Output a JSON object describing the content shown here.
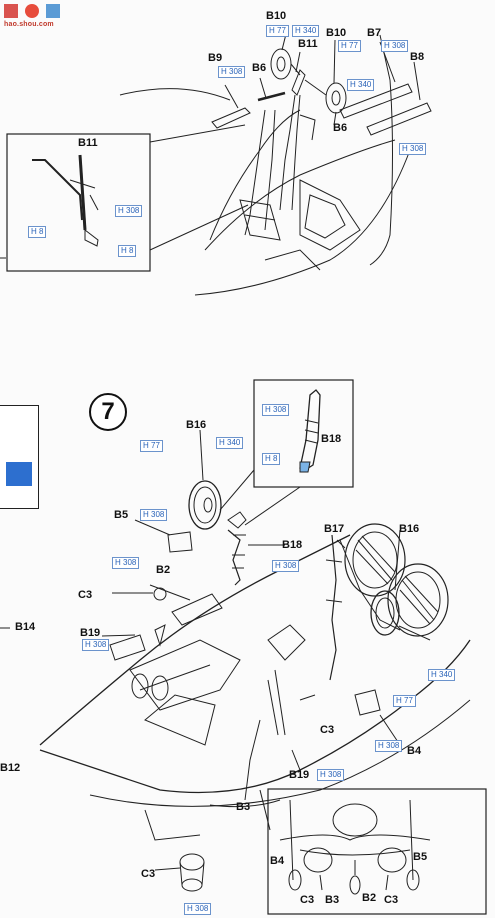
{
  "watermark": {
    "text": "hao.shou.com"
  },
  "step": {
    "number": "7"
  },
  "labels": {
    "b10_a": "B10",
    "b11_a": "B11",
    "b10_b": "B10",
    "b7": "B7",
    "b9": "B9",
    "b6_a": "B6",
    "b8": "B8",
    "b6_b": "B6",
    "b11_inset": "B11",
    "b16_a": "B16",
    "b18_inset": "B18",
    "b5_a": "B5",
    "b18": "B18",
    "b17": "B17",
    "b16_b": "B16",
    "b2_a": "B2",
    "c3_a": "C3",
    "b14": "B14",
    "b19_a": "B19",
    "c3_b": "C3",
    "b4_a": "B4",
    "b12": "B12",
    "b19_b": "B19",
    "b3_a": "B3",
    "b4_b": "B4",
    "b5_b": "B5",
    "c3_c": "C3",
    "b3_b": "B3",
    "b2_b": "B2",
    "c3_d": "C3",
    "c3_e": "C3"
  },
  "paint": {
    "h77_a": "H 77",
    "h340_a": "H 340",
    "h77_b": "H 77",
    "h308_a": "H 308",
    "h308_b": "H 308",
    "h340_b": "H 340",
    "h308_c": "H 308",
    "h308_inset": "H 308",
    "h8_a": "H 8",
    "h8_b": "H 8",
    "h308_inset2": "H 308",
    "h8_inset2": "H 8",
    "h77_c": "H 77",
    "h340_c": "H 340",
    "h308_d": "H 308",
    "h308_e": "H 308",
    "h308_f": "H 308",
    "h308_g": "H 308",
    "h340_d": "H 340",
    "h77_d": "H 77",
    "h308_h": "H 308",
    "h308_i": "H 308",
    "h308_j": "H 308"
  },
  "colors": {
    "ink": "#111111",
    "paint_blue": "#2a63b8",
    "watermark_red": "#c0392b",
    "tab_blue": "#2d6fcf"
  }
}
